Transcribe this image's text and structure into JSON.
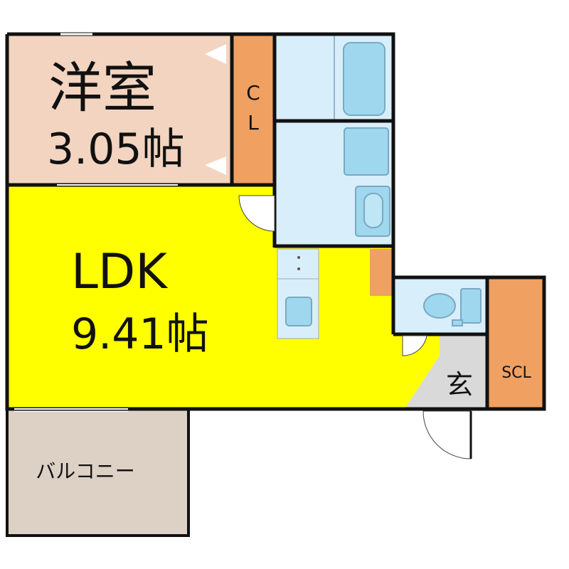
{
  "rooms": {
    "western_room": {
      "name": "洋室",
      "size": "3.05帖"
    },
    "ldk": {
      "name": "LDK",
      "size": "9.41帖"
    },
    "closet_cl": {
      "line1": "C",
      "line2": "L"
    },
    "shoe_closet": {
      "label": "SCL"
    },
    "entrance": {
      "label": "玄"
    },
    "balcony": {
      "label": "バルコニー"
    }
  },
  "colors": {
    "western_room": "#f2d4c0",
    "ldk": "#ffff00",
    "closet": "#f0a060",
    "wet_area": "#d8eefb",
    "fixture": "#9fd7ef",
    "entrance": "#d9d9d9",
    "balcony": "#ddd1c6",
    "wall": "#111111"
  }
}
